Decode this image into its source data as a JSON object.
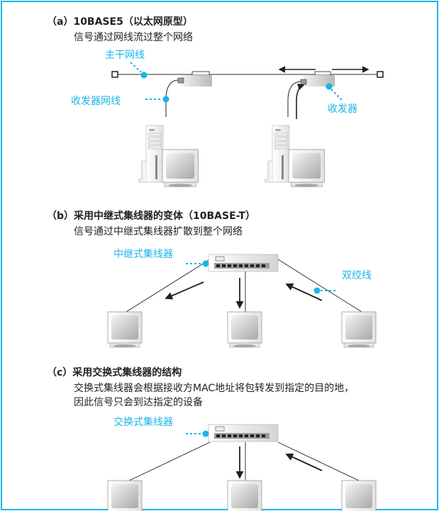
{
  "accent_color": "#1ab4e8",
  "sections": [
    {
      "id": "a",
      "title": "（a）10BASE5（以太网原型）",
      "description": [
        "信号通过网线流过整个网络"
      ],
      "labels": {
        "backbone": "主干网线",
        "transceiver_cable": "收发器网线",
        "transceiver": "收发器"
      }
    },
    {
      "id": "b",
      "title": "（b）采用中继式集线器的变体（10BASE-T）",
      "description": [
        "信号通过中继式集线器扩散到整个网络"
      ],
      "labels": {
        "hub": "中继式集线器",
        "twisted_pair": "双绞线"
      }
    },
    {
      "id": "c",
      "title": "（c）采用交换式集线器的结构",
      "description": [
        "交换式集线器会根据接收方MAC地址将包转发到指定的目的地，",
        "因此信号只会到达指定的设备"
      ],
      "labels": {
        "hub": "交换式集线器"
      }
    }
  ]
}
